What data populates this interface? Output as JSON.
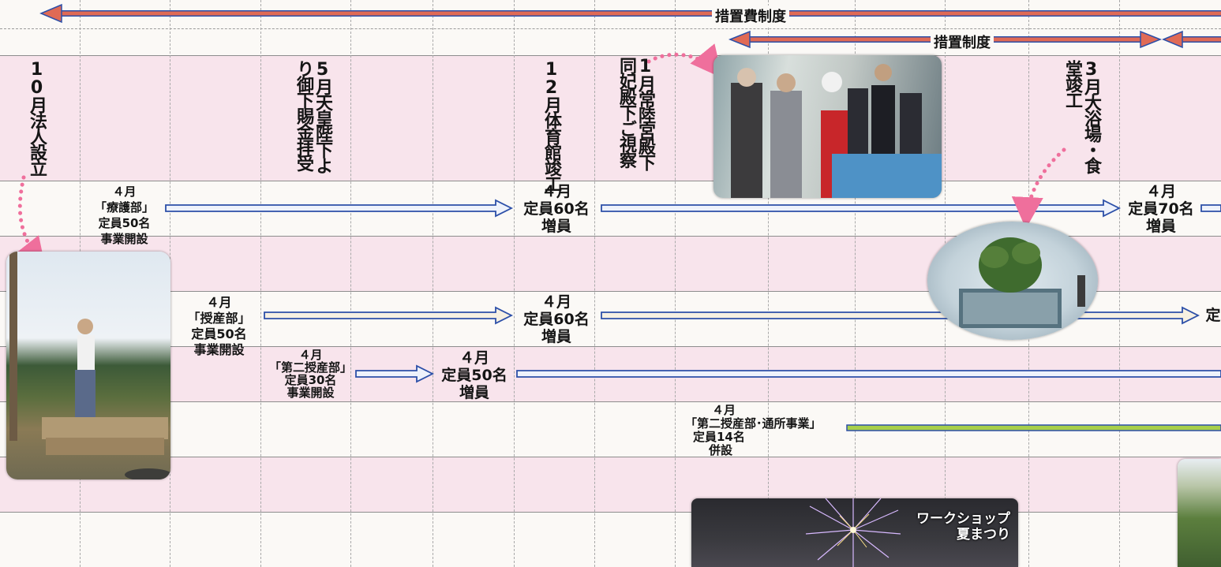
{
  "top_arrows": {
    "措置費": "措置費制度",
    "措置": "措置制度"
  },
  "events": {
    "founding": "10月法人設立",
    "imperial": "5月天皇陛下より御下賜金拝受",
    "gym": "12月体育館竣工",
    "visit": "1月常陸宮殿下同妃殿下ご視察",
    "bath": "3月大浴場・食堂竣工"
  },
  "rows": {
    "ryogo_start": {
      "month": "４月",
      "name": "「療護部」",
      "quota": "定員50名",
      "note": "事業開設"
    },
    "ryogo_60": {
      "month": "４月",
      "quota": "定員60名",
      "note": "増員"
    },
    "ryogo_70": {
      "month": "４月",
      "quota": "定員70名",
      "note": "増員"
    },
    "jusan_start": {
      "month": "４月",
      "name": "「授産部」",
      "quota": "定員50名",
      "note": "事業開設"
    },
    "jusan_60": {
      "month": "４月",
      "quota": "定員60名",
      "note": "増員"
    },
    "jusan_cut": "定",
    "daini_start": {
      "month": "４月",
      "name": "「第二授産部」",
      "quota": "定員30名",
      "note": "事業開設"
    },
    "daini_50": {
      "month": "４月",
      "quota": "定員50名",
      "note": "増員"
    },
    "tsusho": {
      "month": "４月",
      "name": "「第二授産部･通所事業」",
      "quota": "定員14名",
      "note": "併設"
    }
  },
  "photo_caption": {
    "line1": "ワークショップ",
    "line2": "夏まつり"
  },
  "colors": {
    "band_pink": "#f8e4ec",
    "arrow_red": "#e06a55",
    "arrow_blue": "#2c4fa8",
    "arrow_green": "#a7cf4a",
    "dot_pink": "#ef6f9c"
  }
}
